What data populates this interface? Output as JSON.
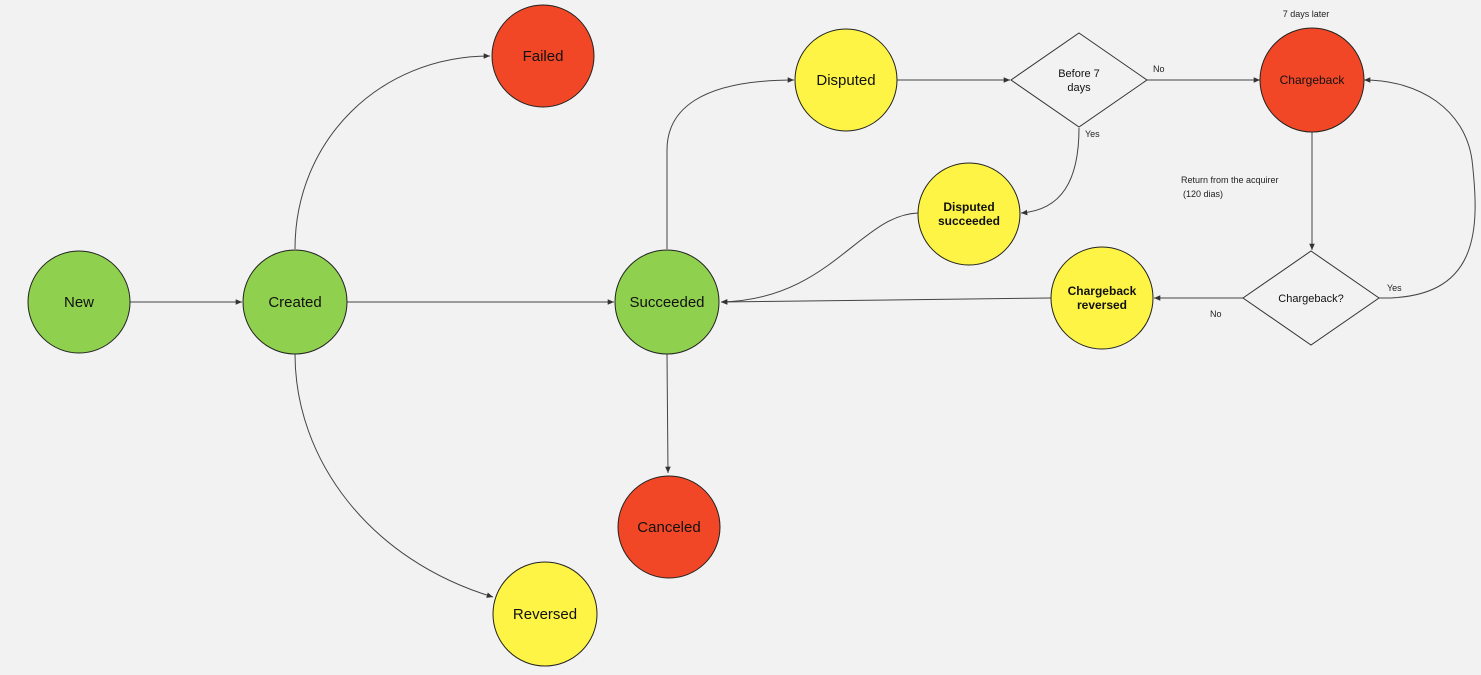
{
  "colors": {
    "green": "#8fd14f",
    "red": "#f24726",
    "yellow": "#fef445",
    "background": "#f2f2f2"
  },
  "nodes": {
    "new": {
      "label": "New"
    },
    "created": {
      "label": "Created"
    },
    "failed": {
      "label": "Failed"
    },
    "reversed": {
      "label": "Reversed"
    },
    "succeeded": {
      "label": "Succeeded"
    },
    "canceled": {
      "label": "Canceled"
    },
    "disputed": {
      "label": "Disputed"
    },
    "disputed_succeeded": {
      "label_line1": "Disputed",
      "label_line2": "succeeded"
    },
    "chargeback": {
      "label": "Chargeback"
    },
    "chargeback_reversed": {
      "label_line1": "Chargeback",
      "label_line2": "reversed"
    }
  },
  "decisions": {
    "before_7_days": {
      "label_line1": "Before 7",
      "label_line2": "days"
    },
    "chargeback_check": {
      "label": "Chargeback?"
    }
  },
  "edge_labels": {
    "before7_no": "No",
    "before7_yes": "Yes",
    "chargeback_yes": "Yes",
    "chargeback_no": "No"
  },
  "annotations": {
    "seven_days_later": "7 days later",
    "return_line1": "Return from the acquirer",
    "return_line2": "(120 dias)"
  }
}
